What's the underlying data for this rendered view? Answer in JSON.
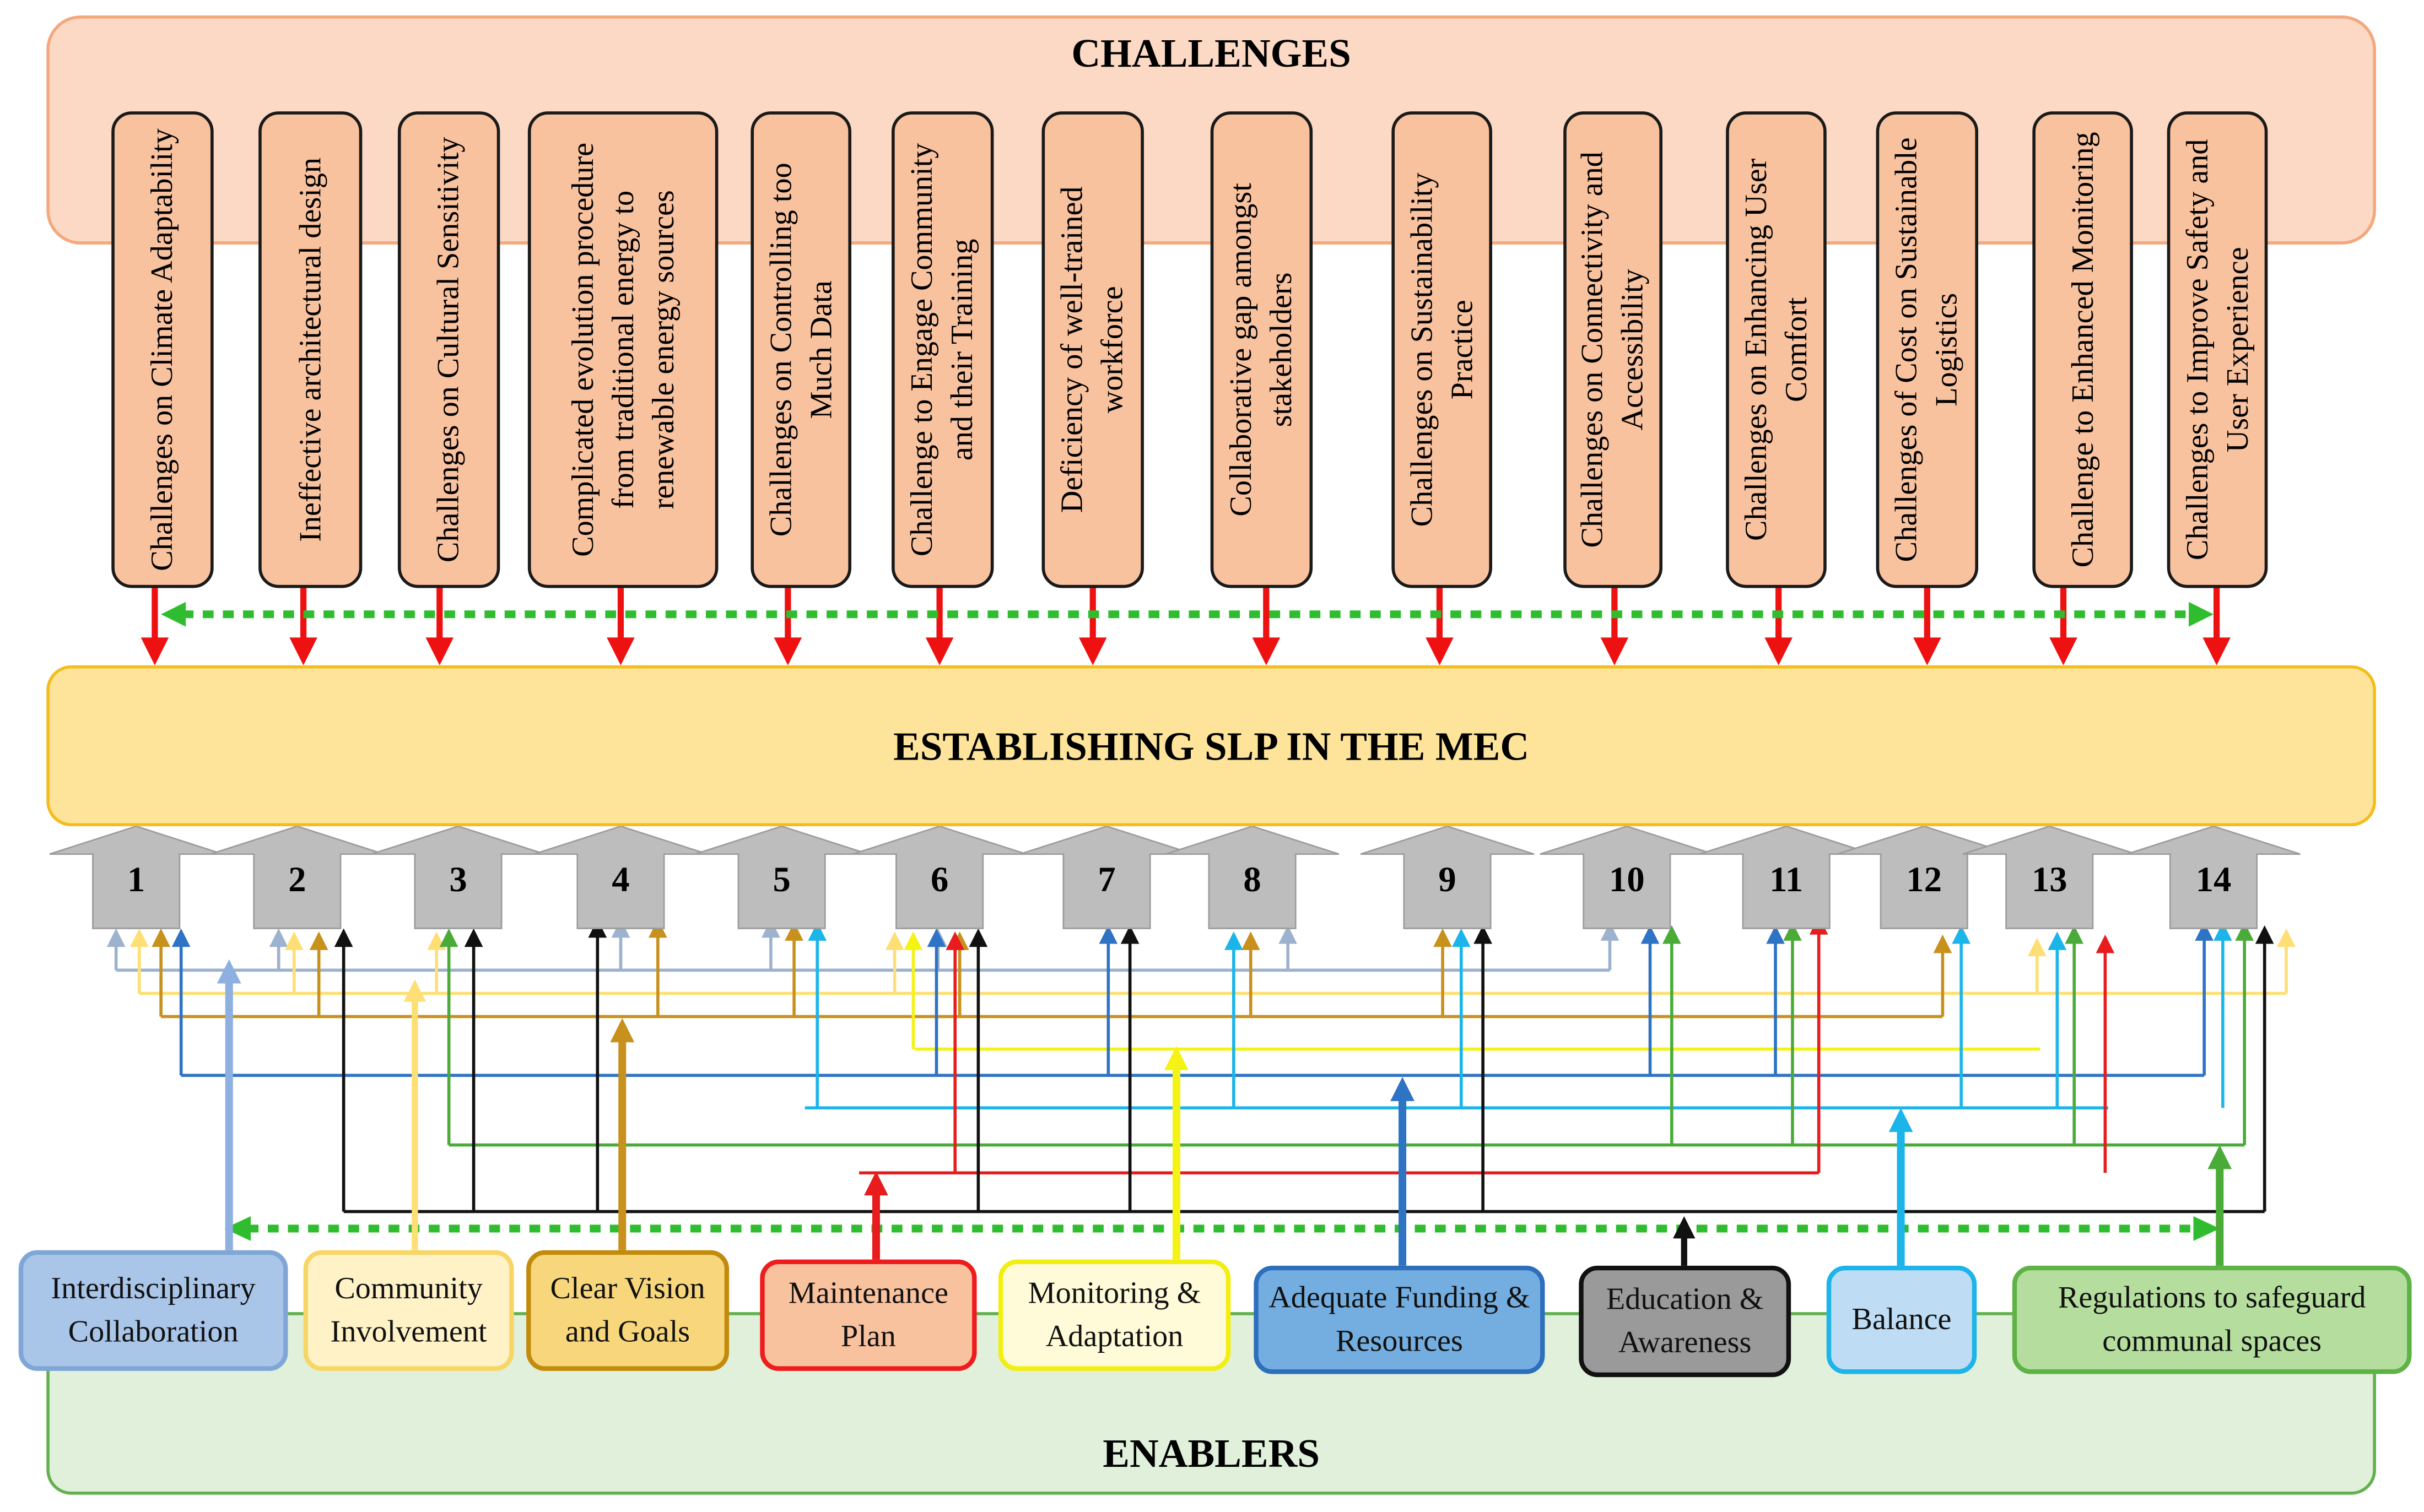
{
  "titles": {
    "challenges": "CHALLENGES",
    "center": "ESTABLISHING SLP IN THE MEC",
    "enablers": "ENABLERS"
  },
  "challenges": [
    "Challenges on Climate Adaptability",
    "Ineffective architectural design",
    "Challenges on Cultural Sensitivity",
    "Complicated evolution procedure from traditional energy to renewable energy sources",
    "Challenges on Controlling too Much Data",
    "Challenge to Engage Community and their Training",
    "Deficiency of well-trained workforce",
    "Collaborative gap amongst stakeholders",
    "Challenges on Sustainability Practice",
    "Challenges on Connectivity and Accessibility",
    "Challenges on Enhancing User Comfort",
    "Challenges of Cost on Sustainable Logistics",
    "Challenge to Enhanced Monitoring",
    "Challenges to Improve Safety and User Experience"
  ],
  "numbers": [
    "1",
    "2",
    "3",
    "4",
    "5",
    "6",
    "7",
    "8",
    "9",
    "10",
    "11",
    "12",
    "13",
    "14"
  ],
  "enablers": [
    {
      "label": "Interdisciplinary Collaboration",
      "fill": "#a9c5e8",
      "border": "#7fa6d6"
    },
    {
      "label": "Community Involvement",
      "fill": "#fff2c6",
      "border": "#f7d665"
    },
    {
      "label": "Clear Vision and Goals",
      "fill": "#f8d77c",
      "border": "#c38b0c"
    },
    {
      "label": "Maintenance Plan",
      "fill": "#f9c29f",
      "border": "#ee1c1c"
    },
    {
      "label": "Monitoring & Adaptation",
      "fill": "#fffbd8",
      "border": "#f2ee10"
    },
    {
      "label": "Adequate Funding & Resources",
      "fill": "#74aee0",
      "border": "#2d6fbd"
    },
    {
      "label": "Education & Awareness",
      "fill": "#9a9a9a",
      "border": "#111111"
    },
    {
      "label": "Balance",
      "fill": "#bedcf3",
      "border": "#1db4ea"
    },
    {
      "label": "Regulations to safeguard communal spaces",
      "fill": "#b5de9e",
      "border": "#5fb245"
    }
  ]
}
